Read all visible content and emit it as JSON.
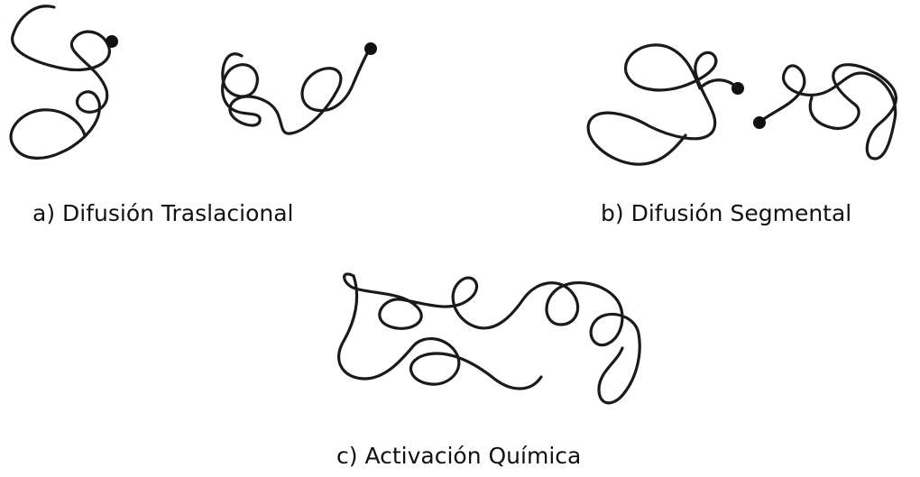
{
  "figure": {
    "panels": [
      {
        "id": "a",
        "caption": "a) Difusión Traslacional"
      },
      {
        "id": "b",
        "caption": "b) Difusión Segmental"
      },
      {
        "id": "c",
        "caption": "c) Activación Química"
      }
    ],
    "colors": {
      "stroke": "#1a1a1a",
      "background": "#ffffff"
    }
  }
}
